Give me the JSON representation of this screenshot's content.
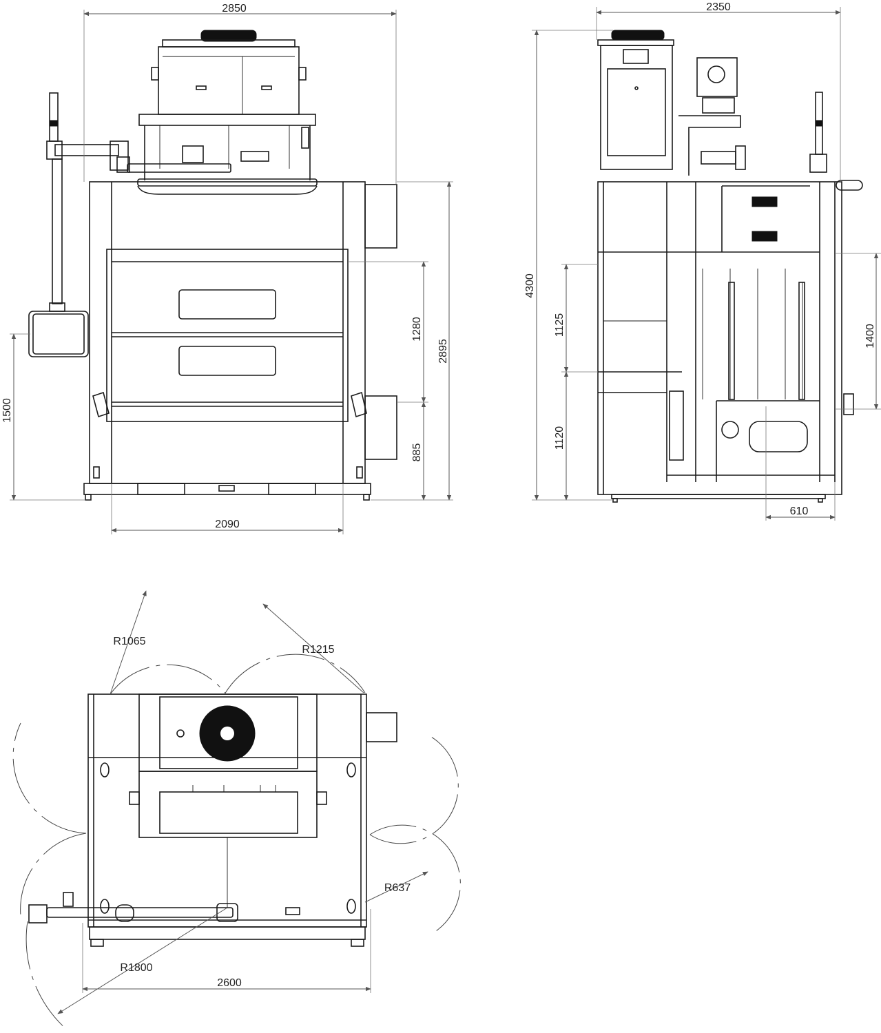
{
  "dimensions": {
    "front_width": "2850",
    "front_base_width": "2090",
    "front_height_1500": "1500",
    "front_height_1280": "1280",
    "front_height_885": "885",
    "front_height_2895": "2895",
    "side_width": "2350",
    "side_height": "4300",
    "side_height_1125": "1125",
    "side_height_1120": "1120",
    "side_height_1400": "1400",
    "side_depth_610": "610",
    "top_width": "2600",
    "radius_1065": "R1065",
    "radius_1215": "R1215",
    "radius_637": "R637",
    "radius_1800": "R1800"
  },
  "colors": {
    "line": "#1a1a1a",
    "dimension": "#555555",
    "fill": "#111111"
  }
}
